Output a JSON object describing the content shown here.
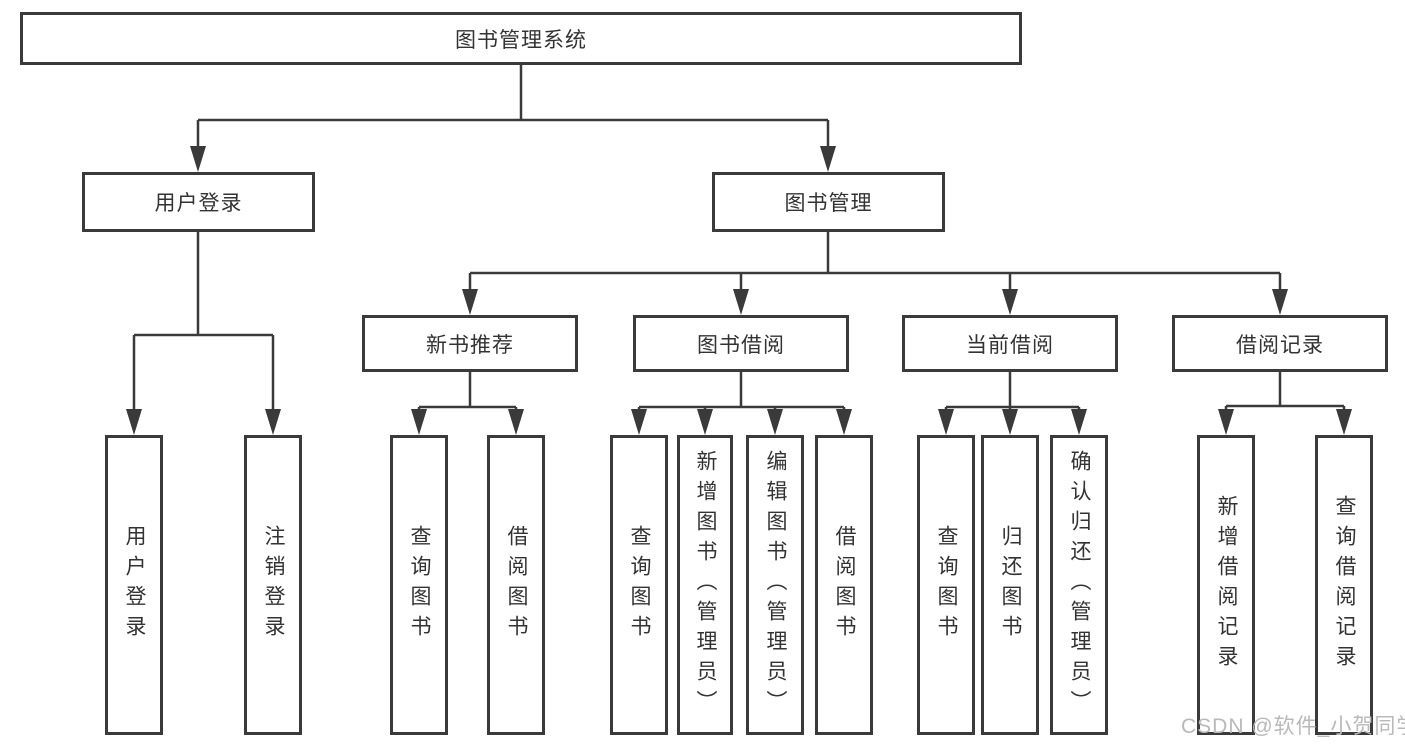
{
  "diagram": {
    "nodes": {
      "root": "图书管理系统",
      "user_login": "用户登录",
      "book_management": "图书管理",
      "new_book_recommend": "新书推荐",
      "book_borrow": "图书借阅",
      "current_borrow": "当前借阅",
      "borrow_record": "借阅记录",
      "leaf_user_login": "用户登录",
      "leaf_logout": "注销登录",
      "leaf_query_book_1": "查询图书",
      "leaf_borrow_book_1": "借阅图书",
      "leaf_query_book_2": "查询图书",
      "leaf_add_book": "新增图书（管理员）",
      "leaf_edit_book": "编辑图书（管理员）",
      "leaf_borrow_book_2": "借阅图书",
      "leaf_query_book_3": "查询图书",
      "leaf_return_book": "归还图书",
      "leaf_confirm_return": "确认归还（管理员）",
      "leaf_add_record": "新增借阅记录",
      "leaf_query_record": "查询借阅记录"
    },
    "structure": {
      "图书管理系统": [
        "用户登录",
        "图书管理"
      ],
      "用户登录": [
        "用户登录",
        "注销登录"
      ],
      "图书管理": [
        "新书推荐",
        "图书借阅",
        "当前借阅",
        "借阅记录"
      ],
      "新书推荐": [
        "查询图书",
        "借阅图书"
      ],
      "图书借阅": [
        "查询图书",
        "新增图书（管理员）",
        "编辑图书（管理员）",
        "借阅图书"
      ],
      "当前借阅": [
        "查询图书",
        "归还图书",
        "确认归还（管理员）"
      ],
      "借阅记录": [
        "新增借阅记录",
        "查询借阅记录"
      ]
    },
    "colors": {
      "line": "#3a3a3a",
      "text": "#333333",
      "box_background": "#ffffff",
      "watermark": "#b9b9b9"
    }
  },
  "watermark": {
    "text": "CSDN @软件_小贺同学"
  }
}
